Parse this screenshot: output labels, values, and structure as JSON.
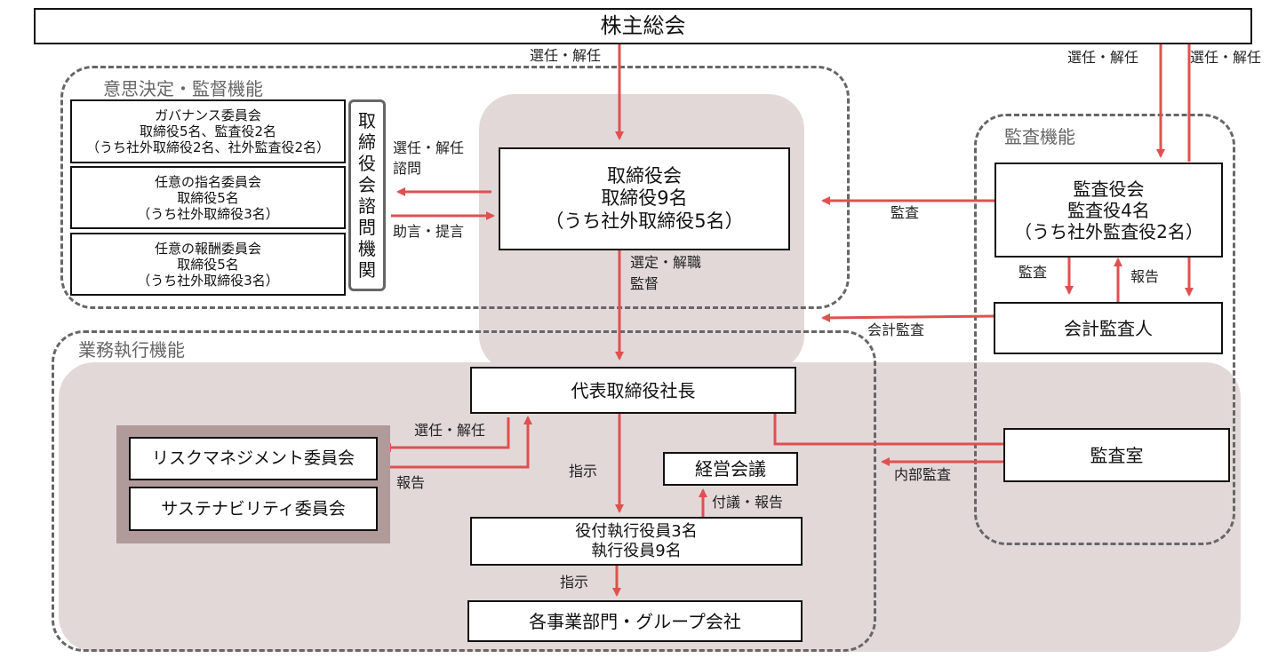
{
  "top_box": "株主総会",
  "regions": {
    "decision": "意思決定・監督機能",
    "audit": "監査機能",
    "execution": "業務執行機能"
  },
  "committees": [
    {
      "lines": [
        "ガバナンス委員会",
        "取締役5名、監査役2名",
        "（うち社外取締役2名、社外監査役2名）"
      ]
    },
    {
      "lines": [
        "任意の指名委員会",
        "取締役5名",
        "（うち社外取締役3名）"
      ]
    },
    {
      "lines": [
        "任意の報酬委員会",
        "取締役5名",
        "（うち社外取締役3名）"
      ]
    }
  ],
  "advisory_chars": [
    "取",
    "締",
    "役",
    "会",
    "諮",
    "問",
    "機",
    "関"
  ],
  "board": [
    "取締役会",
    "取締役9名",
    "（うち社外取締役5名）"
  ],
  "auditors": [
    "監査役会",
    "監査役4名",
    "（うち社外監査役2名）"
  ],
  "accounting_auditor": "会計監査人",
  "president": "代表取締役社長",
  "internal_audit": "監査室",
  "management_meeting": "経営会議",
  "officers": [
    "役付執行役員3名",
    "執行役員9名"
  ],
  "divisions": "各事業部門・グループ会社",
  "risk_committee": "リスクマネジメント委員会",
  "sustainability_committee": "サステナビリティ委員会",
  "labels": {
    "elect_1": "選任・解任",
    "elect_2": "選任・解任",
    "elect_3": "選任・解任",
    "elect_committees": [
      "選任・解任",
      "諮問"
    ],
    "advice": "助言・提言",
    "appoint_supervise": [
      "選定・解職",
      "監督"
    ],
    "audit_board": "監査",
    "audit_down": "監査",
    "report_up": "報告",
    "accounting_audit": "会計監査",
    "elect_risk": "選任・解任",
    "report_risk": "報告",
    "instruct_1": "指示",
    "instruct_2": "指示",
    "propose_report": "付議・報告",
    "internal_audit": "内部監査"
  },
  "colors": {
    "arrow": "#e05050",
    "shade": "#e3d8d8",
    "dash": "#666666",
    "risk_frame": "#b09a9a"
  }
}
